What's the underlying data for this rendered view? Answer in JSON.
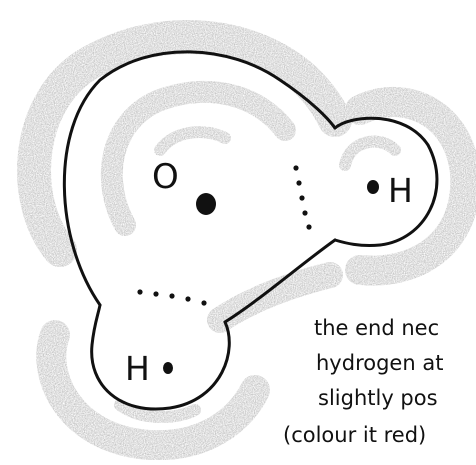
{
  "labels": {
    "oxygen": "O",
    "hydrogen_right": "H",
    "hydrogen_left": "H"
  },
  "caption_lines": [
    "the end nec",
    "hydrogen at",
    "slightly pos",
    "(colour it red)"
  ],
  "colors": {
    "ink": "#111111",
    "shading": "#8a8a8a",
    "background": "#ffffff"
  }
}
